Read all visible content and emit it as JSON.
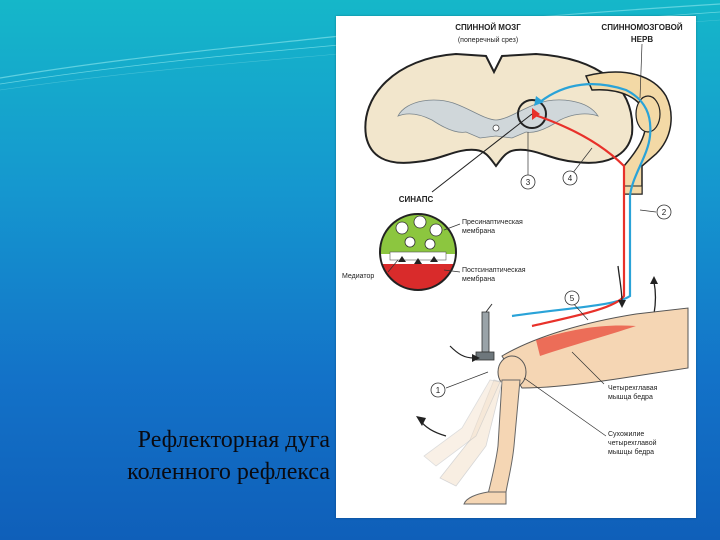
{
  "slide": {
    "title_line1": "Рефлекторная дуга",
    "title_line2": "коленного рефлекса"
  },
  "diagram": {
    "spinal_cord_label": "СПИННОЙ МОЗГ",
    "spinal_cord_sublabel": "(поперечный срез)",
    "spinal_nerve_label_line1": "СПИННОМОЗГОВОЙ",
    "spinal_nerve_label_line2": "НЕРВ",
    "synapse_label": "СИНАПС",
    "presynaptic_line1": "Пресинаптическая",
    "presynaptic_line2": "мембрана",
    "mediator_label": "Медиатор",
    "postsynaptic_line1": "Постсинаптическая",
    "postsynaptic_line2": "мембрана",
    "quadriceps_line1": "Четырехглавая",
    "quadriceps_line2": "мышца бедра",
    "tendon_line1": "Сухожилие",
    "tendon_line2": "четырехглавой",
    "tendon_line3": "мышцы бедра",
    "markers": [
      "1",
      "2",
      "3",
      "4",
      "5"
    ]
  },
  "colors": {
    "background_top": "#15b7c9",
    "background_bottom": "#0f5fb9",
    "sensory_path": "#2aa3d8",
    "motor_path": "#e8312a",
    "synapse_top": "#8cc63f",
    "synapse_bottom": "#d92b2b"
  }
}
